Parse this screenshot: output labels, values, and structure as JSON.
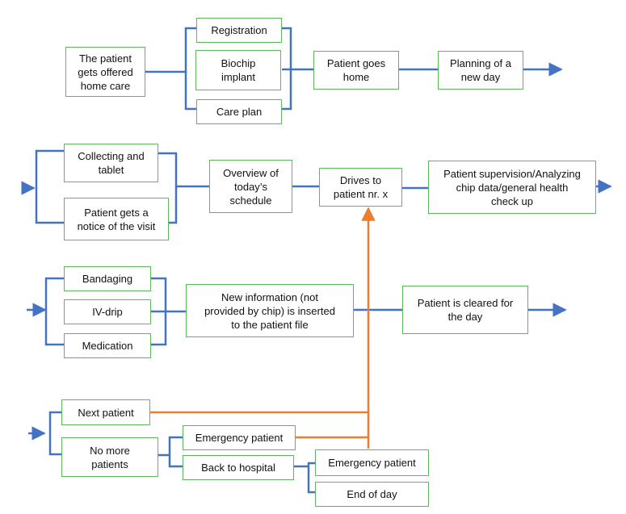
{
  "colors": {
    "box_border": "#5cb85c",
    "flow_line": "#4472c4",
    "interrupt_line": "#ed7d31"
  },
  "rows": {
    "intake": {
      "start": "The patient\ngets offered\nhome care",
      "registration": "Registration",
      "biochip": "Biochip\nimplant",
      "care_plan": "Care plan",
      "goes_home": "Patient goes\nhome",
      "planning": "Planning of a\nnew day"
    },
    "morning": {
      "collecting": "Collecting and\ntablet",
      "notice": "Patient gets a\nnotice of the visit",
      "overview": "Overview of\ntoday’s\nschedule",
      "drives": "Drives to\npatient nr. x",
      "supervision": "Patient supervision/Analyzing\nchip data/general health\ncheck up"
    },
    "treatment": {
      "bandaging": "Bandaging",
      "iv_drip": "IV-drip",
      "medication": "Medication",
      "new_info": "New information (not\nprovided by chip) is inserted\nto the patient file",
      "cleared": "Patient is cleared for\nthe day"
    },
    "closing": {
      "next_patient": "Next patient",
      "no_more": "No more\npatients",
      "emergency_1": "Emergency patient",
      "back_hospital": "Back to hospital",
      "emergency_2": "Emergency patient",
      "end_of_day": "End of day"
    }
  }
}
